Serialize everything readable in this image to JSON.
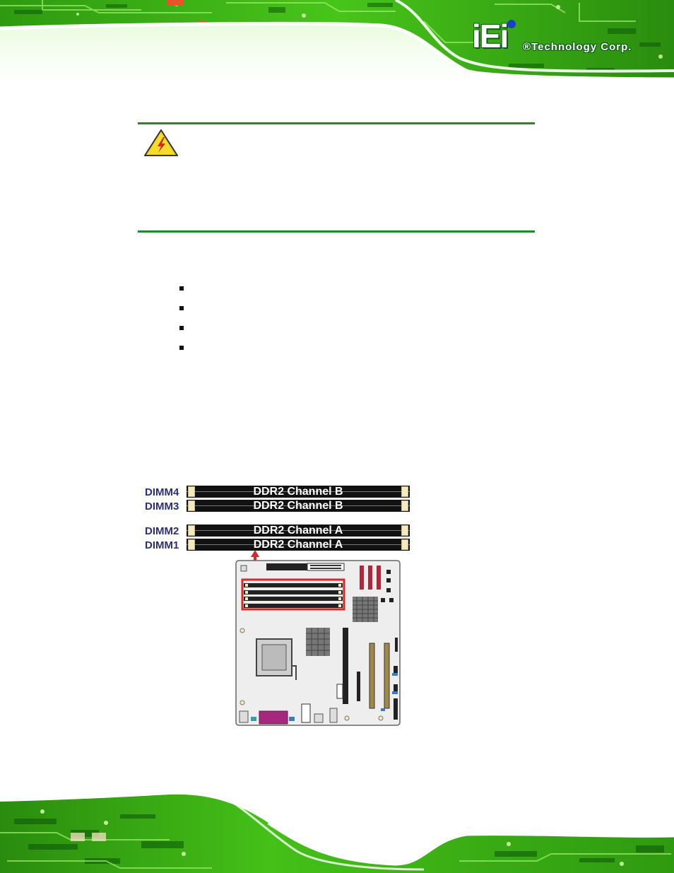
{
  "header": {
    "logo_mark": "iEi",
    "company": "®Technology Corp."
  },
  "warning": {
    "icon": "electric-shock-warning-icon"
  },
  "bullets": [
    "",
    "",
    "",
    ""
  ],
  "figure": {
    "dimm_labels": [
      "DIMM4",
      "DIMM3",
      "DIMM2",
      "DIMM1"
    ],
    "slot_labels": [
      "DDR2 Channel B",
      "DDR2 Channel B",
      "DDR2 Channel A",
      "DDR2 Channel A"
    ],
    "highlight_color": "#d42a2a"
  },
  "colors": {
    "pcb_green": "#3fbf18",
    "rule_green": "#1f8a2a",
    "label_navy": "#2b2f7a"
  }
}
